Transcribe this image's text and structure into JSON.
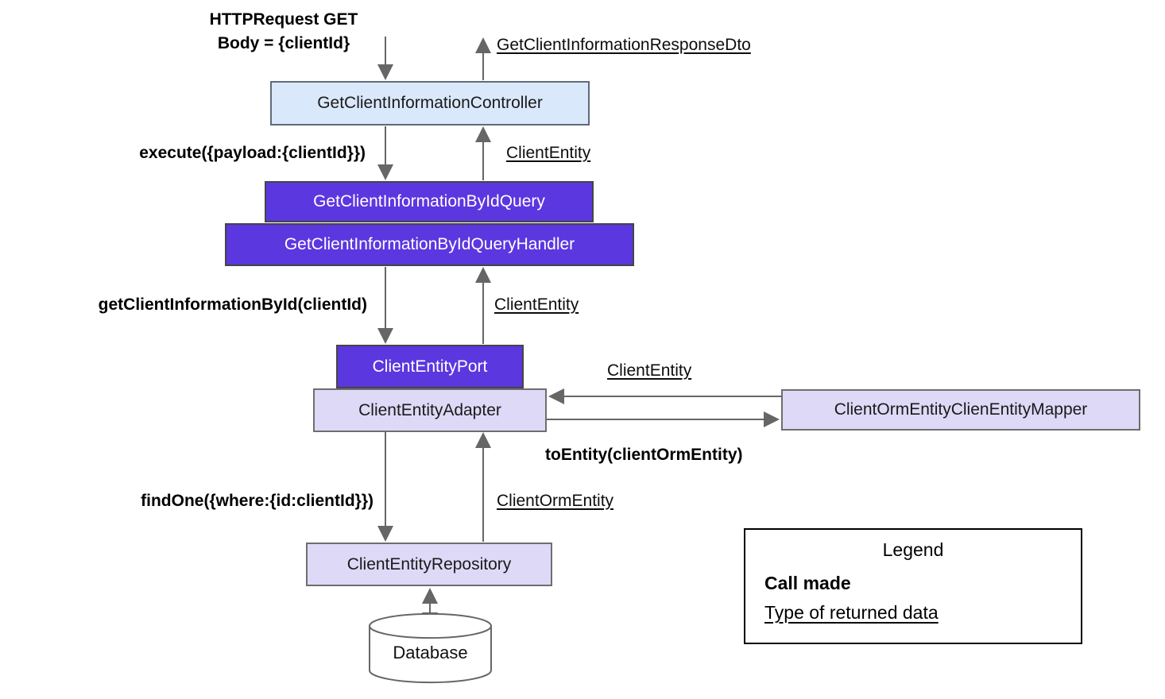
{
  "diagram": {
    "nodes": {
      "controller": "GetClientInformationController",
      "query": "GetClientInformationByIdQuery",
      "query_handler": "GetClientInformationByIdQueryHandler",
      "port": "ClientEntityPort",
      "adapter": "ClientEntityAdapter",
      "mapper": "ClientOrmEntityClienEntityMapper",
      "repository": "ClientEntityRepository",
      "database": "Database"
    },
    "calls": {
      "http_request_line1": "HTTPRequest GET",
      "http_request_line2": "Body = {clientId}",
      "execute": "execute({payload:{clientId}})",
      "get_client_information_by_id": "getClientInformationById(clientId)",
      "to_entity": "toEntity(clientOrmEntity)",
      "find_one": "findOne({where:{id:clientId}})"
    },
    "returns": {
      "response_dto": "GetClientInformationResponseDto",
      "client_entity_to_controller": "ClientEntity",
      "client_entity_to_handler": "ClientEntity",
      "client_entity_to_adapter": "ClientEntity",
      "client_orm_entity": "ClientOrmEntity"
    },
    "legend": {
      "title": "Legend",
      "call_made": "Call made",
      "returned_data": "Type of returned data"
    },
    "colors": {
      "node_primary": "#5b37e0",
      "node_secondary": "#ded9f7",
      "node_controller": "#dae8fc",
      "arrow": "#666666"
    }
  }
}
